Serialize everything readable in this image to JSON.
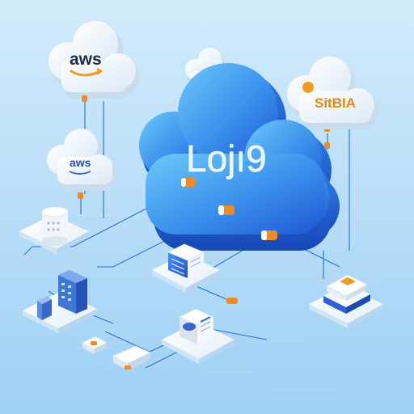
{
  "clouds": {
    "central": {
      "label": "Lojı9"
    },
    "aws": {
      "label": "aws"
    },
    "right": {
      "label": "SitBIA"
    },
    "left_small": {
      "label": "aws"
    }
  },
  "colors": {
    "background_top": "#d2ebfb",
    "background_bottom": "#9fd0f5",
    "cloud_blue_light": "#5fc0f6",
    "cloud_blue_dark": "#1d63dc",
    "connector": "#2a6fd6",
    "connector_light": "#8ec5ee",
    "accent_orange": "#f08a24",
    "platform_white": "#f4f9fe",
    "platform_shadow": "#c6dff2",
    "aws_orange": "#f29a1f",
    "text_dark": "#1d2b46"
  },
  "icons": [
    "aws-cloud-icon",
    "central-blue-cloud-icon",
    "small-white-cloud-icon",
    "sitbia-cloud-icon",
    "aws-small-cloud-icon",
    "storage-drum-icon",
    "office-building-icon",
    "server-cube-icon",
    "monitor-icon",
    "stack-layers-icon",
    "router-icon",
    "lock-icon"
  ]
}
